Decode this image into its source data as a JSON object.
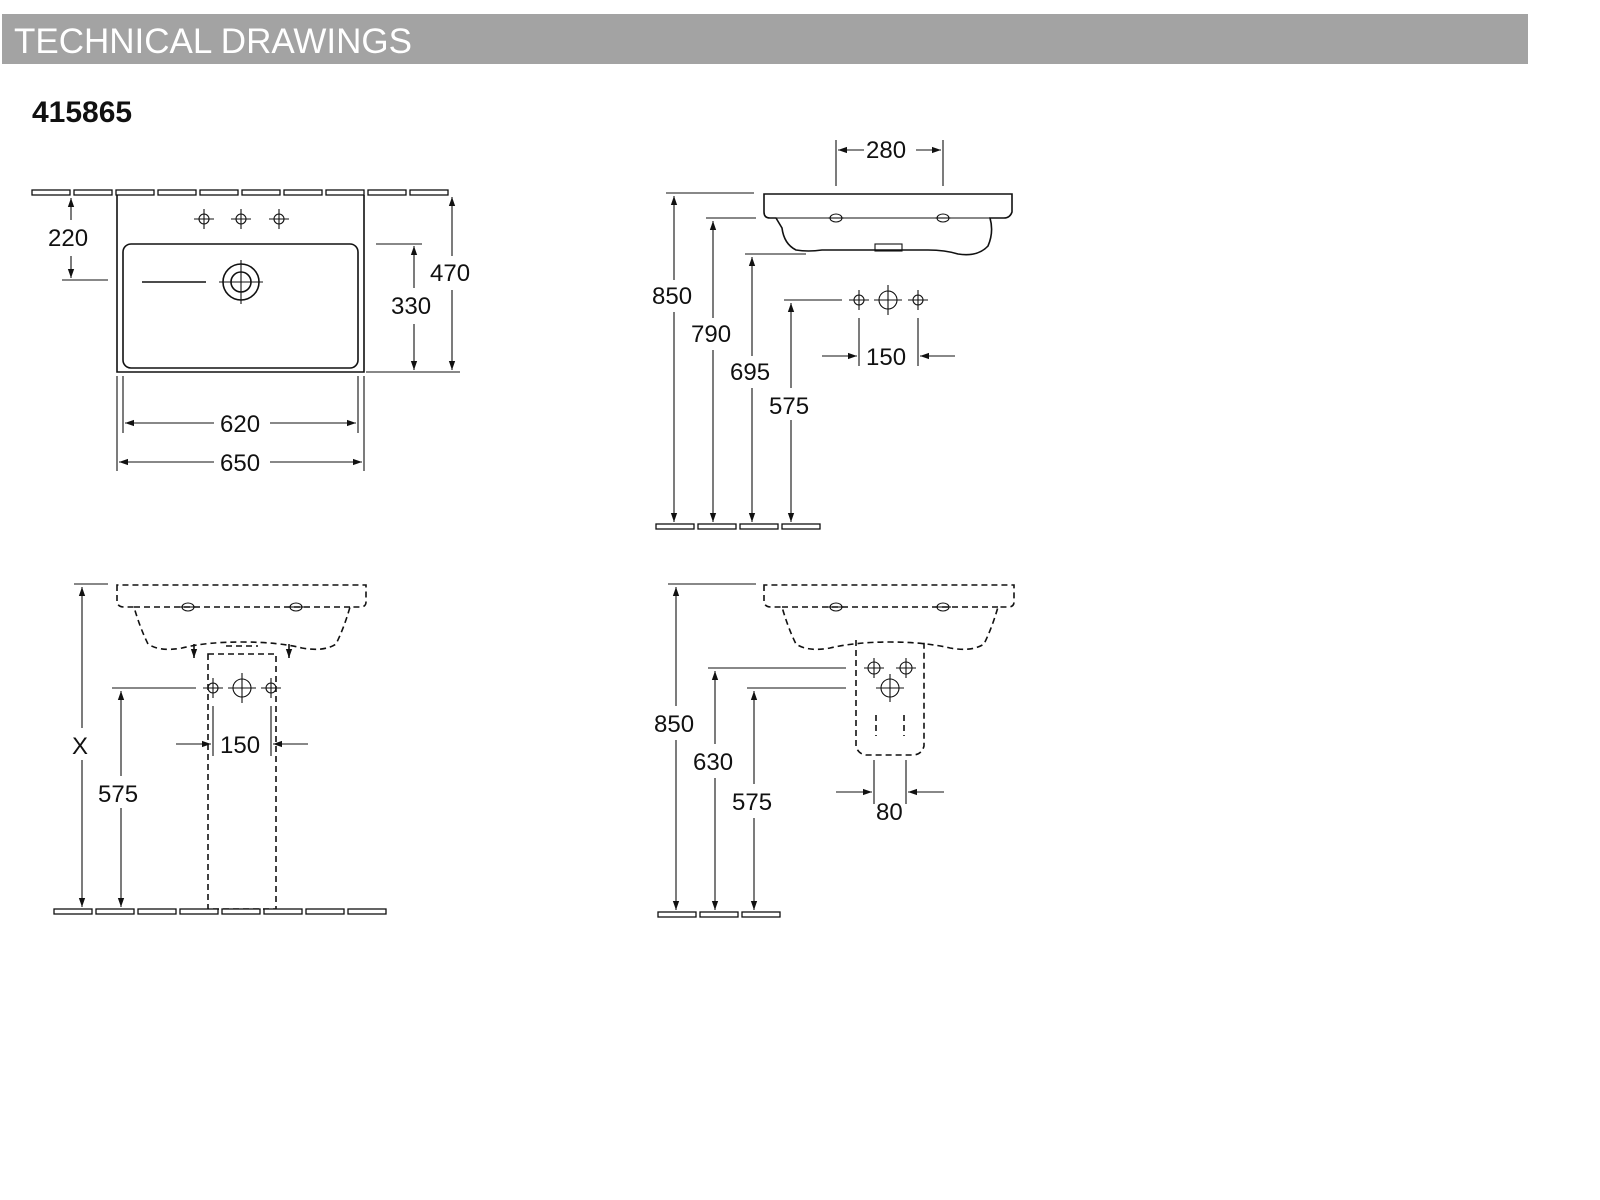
{
  "header": {
    "title": "TECHNICAL DRAWINGS",
    "background": "#a3a3a3"
  },
  "product_code": "415865",
  "top_view": {
    "dims": {
      "depth_to_taphole": "220",
      "outer_depth": "470",
      "bowl_depth": "330",
      "bowl_width": "620",
      "outer_width": "650"
    }
  },
  "side_view": {
    "dims": {
      "depth_280": "280",
      "height_850": "850",
      "height_790": "790",
      "height_695": "695",
      "height_575": "575",
      "spacing_150": "150"
    }
  },
  "pedestal_view": {
    "dims": {
      "height_x": "X",
      "height_575": "575",
      "spacing_150": "150"
    }
  },
  "semi_pedestal_view": {
    "dims": {
      "height_850": "850",
      "height_630": "630",
      "height_575": "575",
      "width_80": "80"
    }
  }
}
